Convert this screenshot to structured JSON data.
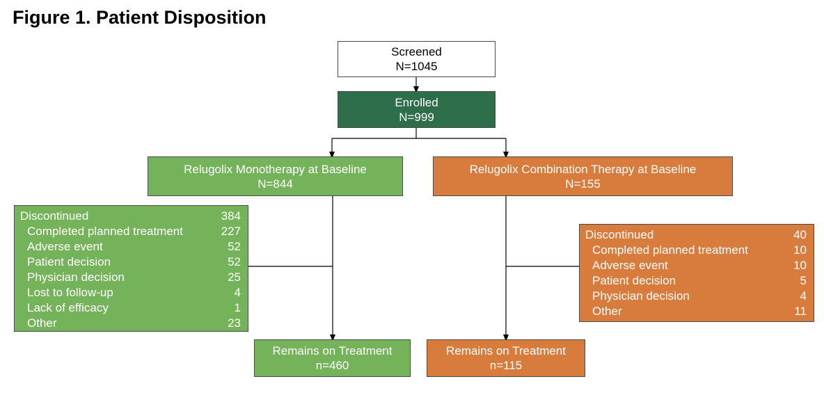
{
  "title": "Figure 1. Patient Disposition",
  "screened": {
    "label": "Screened",
    "n": "N=1045"
  },
  "enrolled": {
    "label": "Enrolled",
    "n": "N=999"
  },
  "monotherapy": {
    "label": "Relugolix Monotherapy at Baseline",
    "n": "N=844",
    "discontinued": {
      "rows": [
        {
          "label": "Discontinued",
          "value": "384"
        },
        {
          "label": "Completed planned treatment",
          "value": "227"
        },
        {
          "label": "Adverse event",
          "value": "52"
        },
        {
          "label": "Patient decision",
          "value": "52"
        },
        {
          "label": "Physician decision",
          "value": "25"
        },
        {
          "label": "Lost to follow-up",
          "value": "4"
        },
        {
          "label": "Lack of efficacy",
          "value": "1"
        },
        {
          "label": "Other",
          "value": "23"
        }
      ]
    },
    "remains": {
      "label": "Remains on Treatment",
      "n": "n=460"
    }
  },
  "combination": {
    "label": "Relugolix Combination Therapy at Baseline",
    "n": "N=155",
    "discontinued": {
      "rows": [
        {
          "label": "Discontinued",
          "value": "40"
        },
        {
          "label": "Completed planned treatment",
          "value": "10"
        },
        {
          "label": "Adverse event",
          "value": "10"
        },
        {
          "label": "Patient decision",
          "value": "5"
        },
        {
          "label": "Physician decision",
          "value": "4"
        },
        {
          "label": "Other",
          "value": "11"
        }
      ]
    },
    "remains": {
      "label": "Remains on Treatment",
      "n": "n=115"
    }
  },
  "colors": {
    "enrolled": "#2e6e4a",
    "monotherapy": "#75b35b",
    "combination": "#d87c3e",
    "line": "#000000"
  }
}
